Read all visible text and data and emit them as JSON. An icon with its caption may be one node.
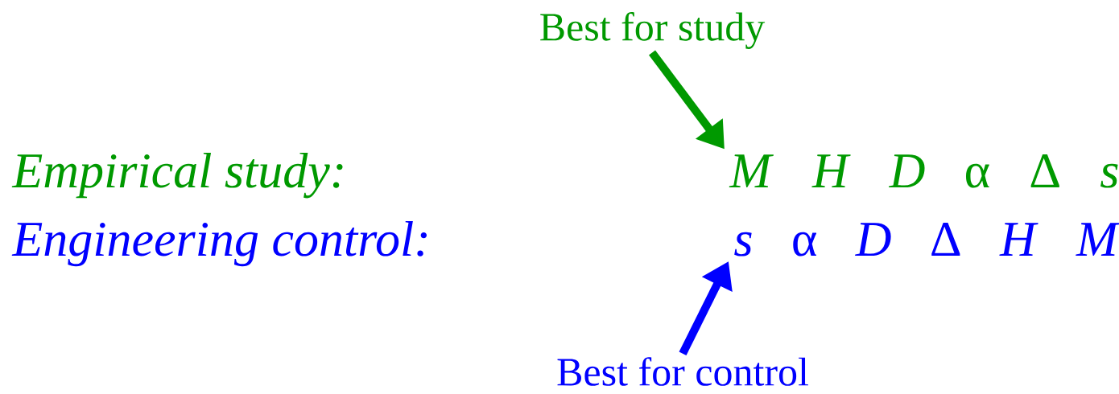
{
  "diagram": {
    "nodes": [
      {
        "text": [
          "Best for study"
        ]
      },
      {
        "text": [
          "*M* *H* *D* α Δ *s*"
        ]
      },
      {
        "text": [
          "*s* α *D* Δ *H* *M*"
        ]
      },
      {
        "text": [
          "Best for control"
        ]
      }
    ],
    "edges": [
      {
        "from": 0,
        "to": 1,
        "arrow": "to",
        "color": "#009900"
      },
      {
        "from": 3,
        "to": 2,
        "arrow": "to",
        "color": "#0000ff"
      }
    ],
    "labels": [
      "Empirical study:",
      "Engineering control:"
    ]
  }
}
